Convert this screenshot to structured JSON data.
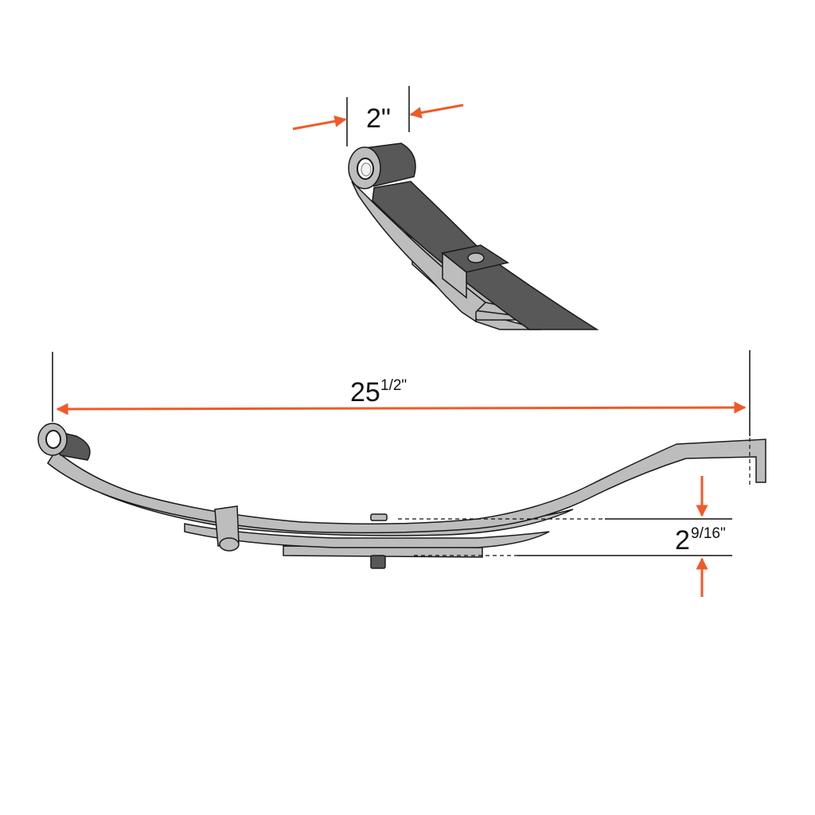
{
  "dimensions": {
    "width": {
      "whole": "2",
      "unit": "\""
    },
    "length": {
      "whole": "25",
      "fraction": "1/2",
      "unit": "\""
    },
    "height": {
      "whole": "2",
      "fraction": "9/16",
      "unit": "\""
    }
  },
  "colors": {
    "arrow": "#F05A28",
    "line": "#111111",
    "leaf_dark": "#585858",
    "leaf_light": "#BDBDBD",
    "outline": "#1A1A1A"
  }
}
